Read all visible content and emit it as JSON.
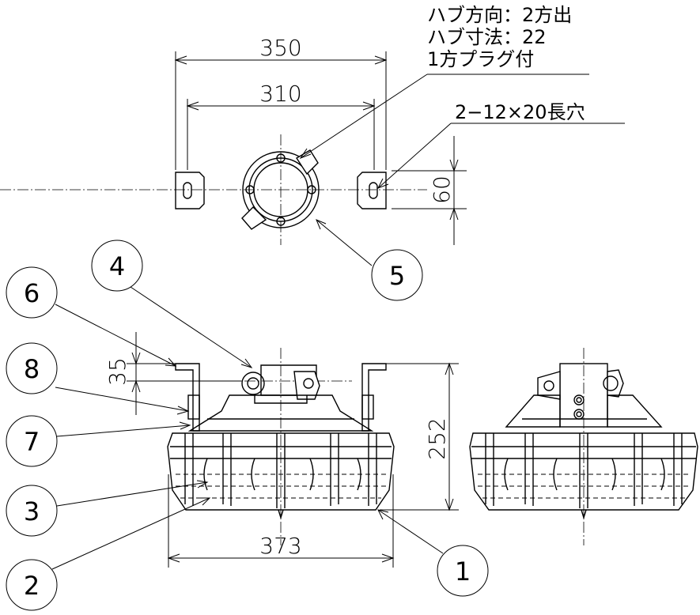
{
  "dimensions": {
    "top_width_outer": "350",
    "top_width_inner": "310",
    "slot_height": "60",
    "bracket_height": "35",
    "total_height": "252",
    "body_width": "373"
  },
  "notes": {
    "hub_direction": "ハブ方向：2方出",
    "hub_size": "ハブ寸法：22",
    "plug": "1方プラグ付",
    "slot_spec": "2−12×20長穴"
  },
  "balloons": [
    "1",
    "2",
    "3",
    "4",
    "5",
    "6",
    "7",
    "8"
  ]
}
